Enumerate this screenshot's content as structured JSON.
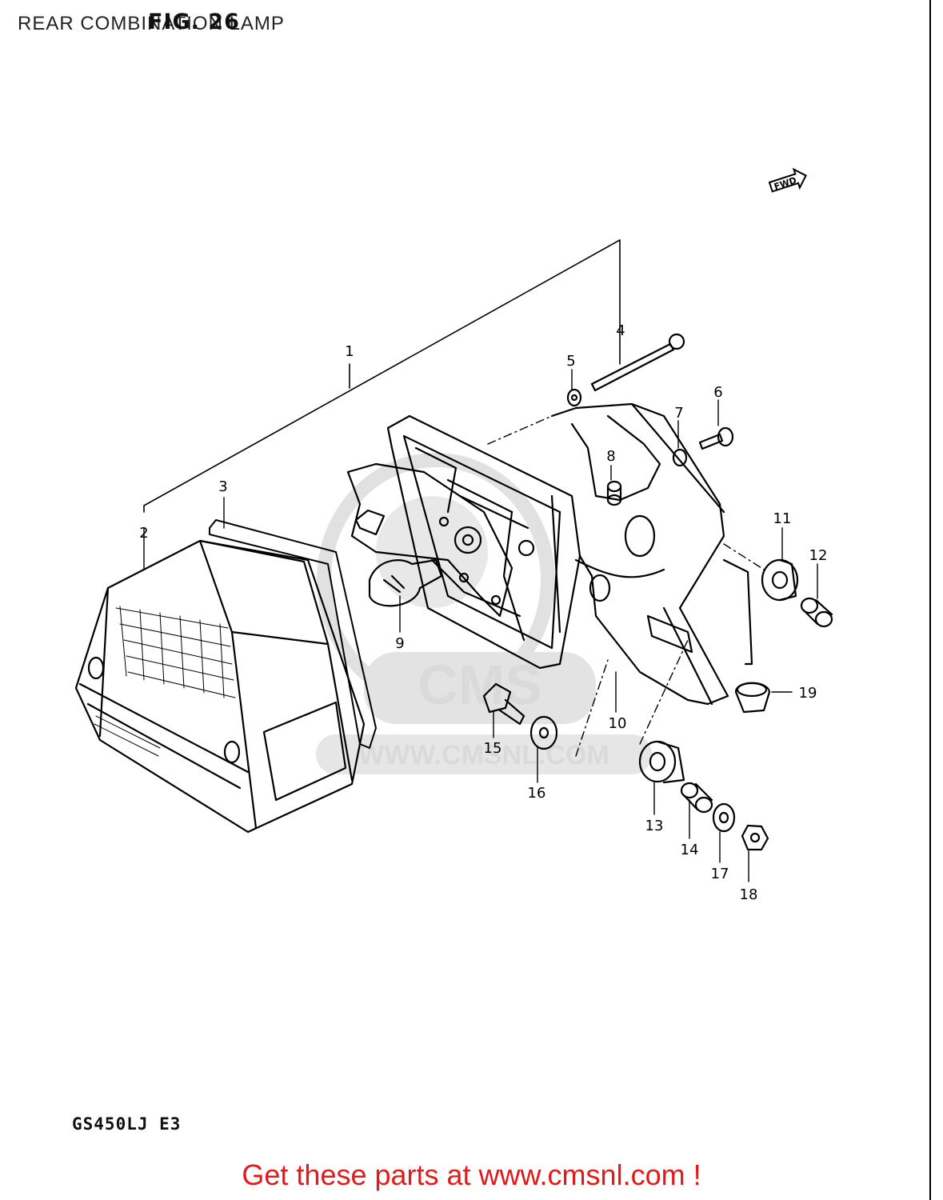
{
  "header": {
    "title": "REAR COMBINATION LAMP",
    "figure": "FIG. 26"
  },
  "direction_marker": "FWD",
  "callouts": [
    "1",
    "2",
    "3",
    "4",
    "5",
    "6",
    "7",
    "8",
    "9",
    "10",
    "11",
    "12",
    "13",
    "14",
    "15",
    "16",
    "17",
    "18",
    "19"
  ],
  "watermark": {
    "logo": "CMS",
    "url": "WWW.CMSNL.COM"
  },
  "footer": {
    "model_code": "GS450LJ  E3",
    "cta": "Get these parts at www.cmsnl.com !"
  },
  "colors": {
    "cta": "#e11b1b",
    "line": "#000000",
    "watermark": "#d6d6d6"
  }
}
